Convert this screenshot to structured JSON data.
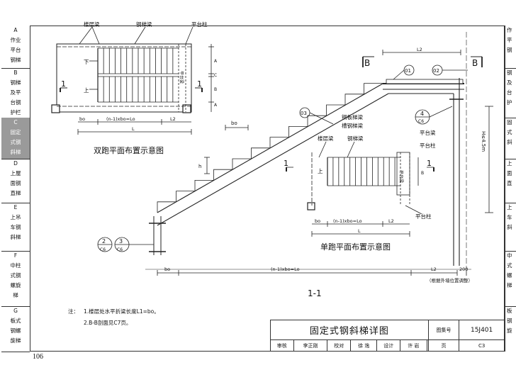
{
  "page_number": "106",
  "sidebar": [
    {
      "letter": "A",
      "lines": [
        "作业",
        "平台",
        "钢梯"
      ],
      "active": false
    },
    {
      "letter": "B",
      "lines": [
        "钢梯",
        "及平",
        "台钢",
        "护栏"
      ],
      "active": false
    },
    {
      "letter": "C",
      "lines": [
        "固定",
        "式钢",
        "斜梯"
      ],
      "active": true
    },
    {
      "letter": "D",
      "lines": [
        "上屋",
        "面钢",
        "直梯"
      ],
      "active": false
    },
    {
      "letter": "E",
      "lines": [
        "上吊",
        "车钢",
        "斜梯"
      ],
      "active": false
    },
    {
      "letter": "F",
      "lines": [
        "中柱",
        "式钢",
        "螺旋",
        "梯"
      ],
      "active": false
    },
    {
      "letter": "G",
      "lines": [
        "板式",
        "钢螺",
        "旋梯"
      ],
      "active": false
    }
  ],
  "right_sidebar": [
    {
      "lines": [
        "作",
        "平",
        "钢"
      ]
    },
    {
      "lines": [
        "钢",
        "及",
        "台",
        "护"
      ]
    },
    {
      "lines": [
        "固",
        "式",
        "斜"
      ]
    },
    {
      "lines": [
        "上",
        "面",
        "直"
      ]
    },
    {
      "lines": [
        "上",
        "车",
        "斜"
      ]
    },
    {
      "lines": [
        "中",
        "式",
        "螺",
        "梯"
      ]
    },
    {
      "lines": [
        "板",
        "钢",
        "旋"
      ]
    }
  ],
  "top_plan": {
    "labels": {
      "floor_beam": "楼层梁",
      "stair_beam": "钢梯梁",
      "platform_col": "平台柱",
      "platform_beam": "平台梁"
    },
    "down": "下",
    "up": "上",
    "section_mark": "1",
    "dims": {
      "b0": "bo",
      "span": "(n-1)xbo=Lo",
      "l2": "L2",
      "l": "L",
      "a": "A",
      "b": "B",
      "c": "C"
    },
    "caption": "双跑平面布置示意图"
  },
  "bottom_plan": {
    "labels": {
      "floor_beam": "楼层梁",
      "stair_beam": "钢梯梁",
      "platform_beam": "平台梁",
      "platform_col": "平台柱"
    },
    "up": "上",
    "section_mark": "1",
    "dims": {
      "b0": "bo",
      "span": "(n-1)xbo=Lo",
      "l2": "L2",
      "l": "L",
      "b": "B"
    },
    "caption": "单跑平面布置示意图"
  },
  "section": {
    "marker_b": "B",
    "callout_1": "01",
    "callout_2": "02",
    "callout_3": "03",
    "detail_4": "4",
    "detail_4_sheet": "C6",
    "detail_2": "2",
    "detail_3": "3",
    "detail_sheet": "C6",
    "l2_top": "L2",
    "tread_label": "钢板梯梁",
    "channel_label": "槽钢梯梁",
    "platform_beam": "平台梁",
    "platform_col": "平台柱",
    "height": "H≤4.5m",
    "h_label": "h",
    "bo_label": "bo",
    "dim_bo": "bo",
    "dim_span": "(n-1)xbo=Lo",
    "dim_l2": "L2",
    "dim_200": "200",
    "note_wall": "（根据外墙位置调整）",
    "caption": "1-1"
  },
  "notes": {
    "label": "注：",
    "items": [
      "1.楼层处水平折梁长度L1=bo。",
      "2.B-B剖面见C7页。"
    ]
  },
  "title_block": {
    "title": "固定式钢斜梯详图",
    "atlas_label": "图集号",
    "atlas_no": "15J401",
    "review_label": "审核",
    "reviewer": "李正刚",
    "check_label": "校对",
    "checker": "徐 逸",
    "design_label": "设计",
    "designer": "许 岩",
    "page_label": "页",
    "page_no": "C3"
  }
}
